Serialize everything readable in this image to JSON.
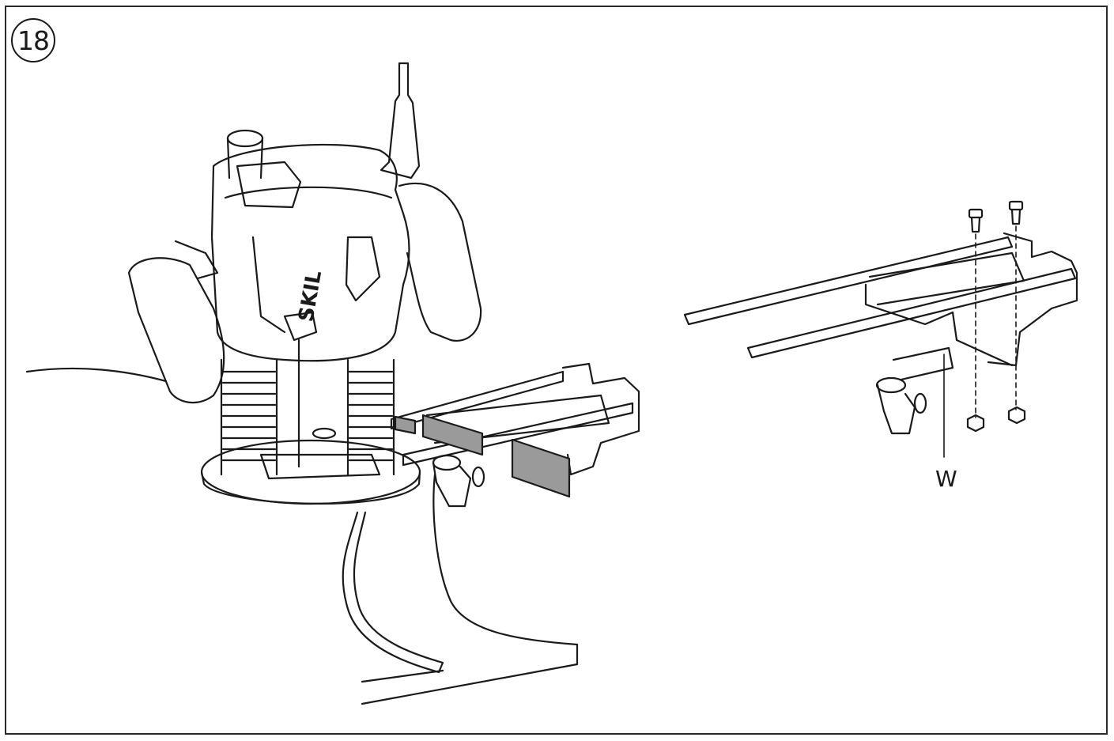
{
  "figure": {
    "step_number": "18",
    "brand_mark": "SKIL",
    "part_label": "W",
    "icons": [
      "router-tool",
      "parallel-guide-attached",
      "parallel-guide-detached",
      "screw-icon",
      "nut-icon",
      "workpiece-edge"
    ],
    "colors": {
      "line": "#1a1a1a",
      "shaded_part": "#9a9a9a",
      "background": "#ffffff"
    }
  }
}
